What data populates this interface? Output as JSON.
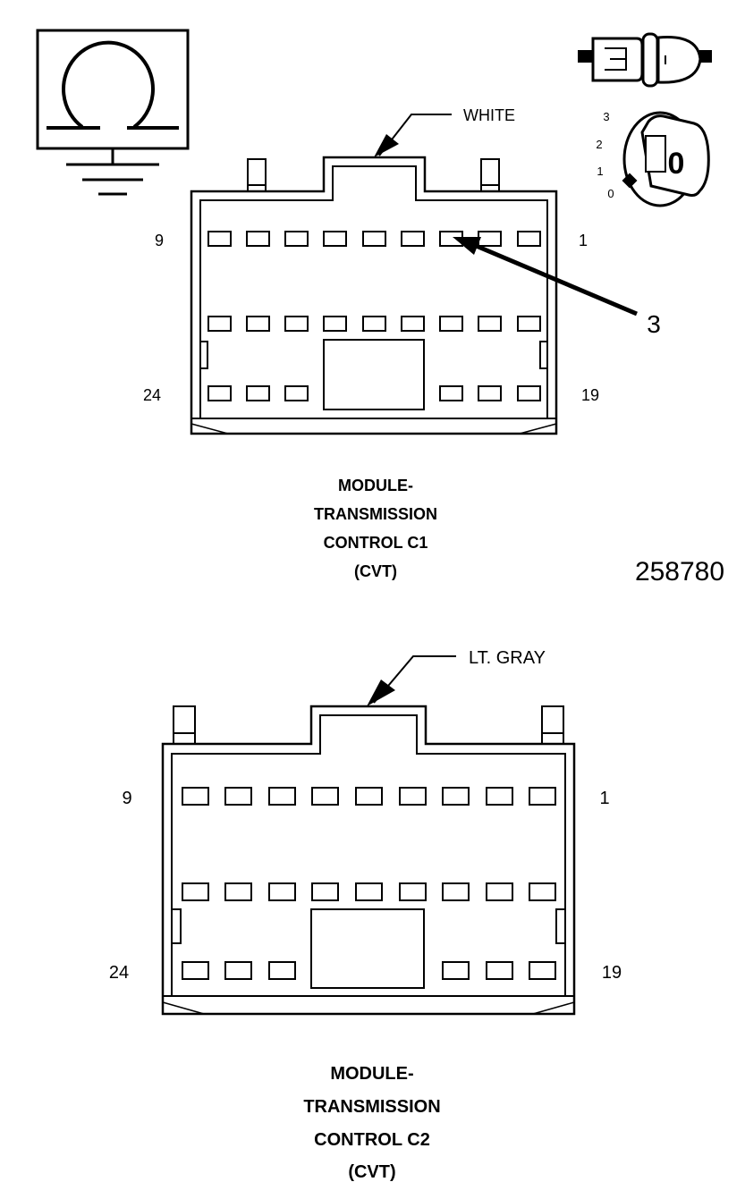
{
  "diagram_id": "258780",
  "icons": {
    "ohmmeter": "ohmmeter-ground-icon",
    "connector": "connector-disconnect-icon",
    "ignition": "ignition-key-icon"
  },
  "ignition_positions": [
    "3",
    "2",
    "1",
    "0"
  ],
  "ignition_key_label": "0",
  "connector_c1": {
    "color_label": "WHITE",
    "pin_top_left": "9",
    "pin_top_right": "1",
    "pin_bottom_left": "24",
    "pin_bottom_right": "19",
    "callout": "3",
    "title_lines": [
      "MODULE-",
      "TRANSMISSION",
      "CONTROL C1",
      "(CVT)"
    ]
  },
  "connector_c2": {
    "color_label": "LT. GRAY",
    "pin_top_left": "9",
    "pin_top_right": "1",
    "pin_bottom_left": "24",
    "pin_bottom_right": "19",
    "title_lines": [
      "MODULE-",
      "TRANSMISSION",
      "CONTROL C2",
      "(CVT)"
    ]
  }
}
